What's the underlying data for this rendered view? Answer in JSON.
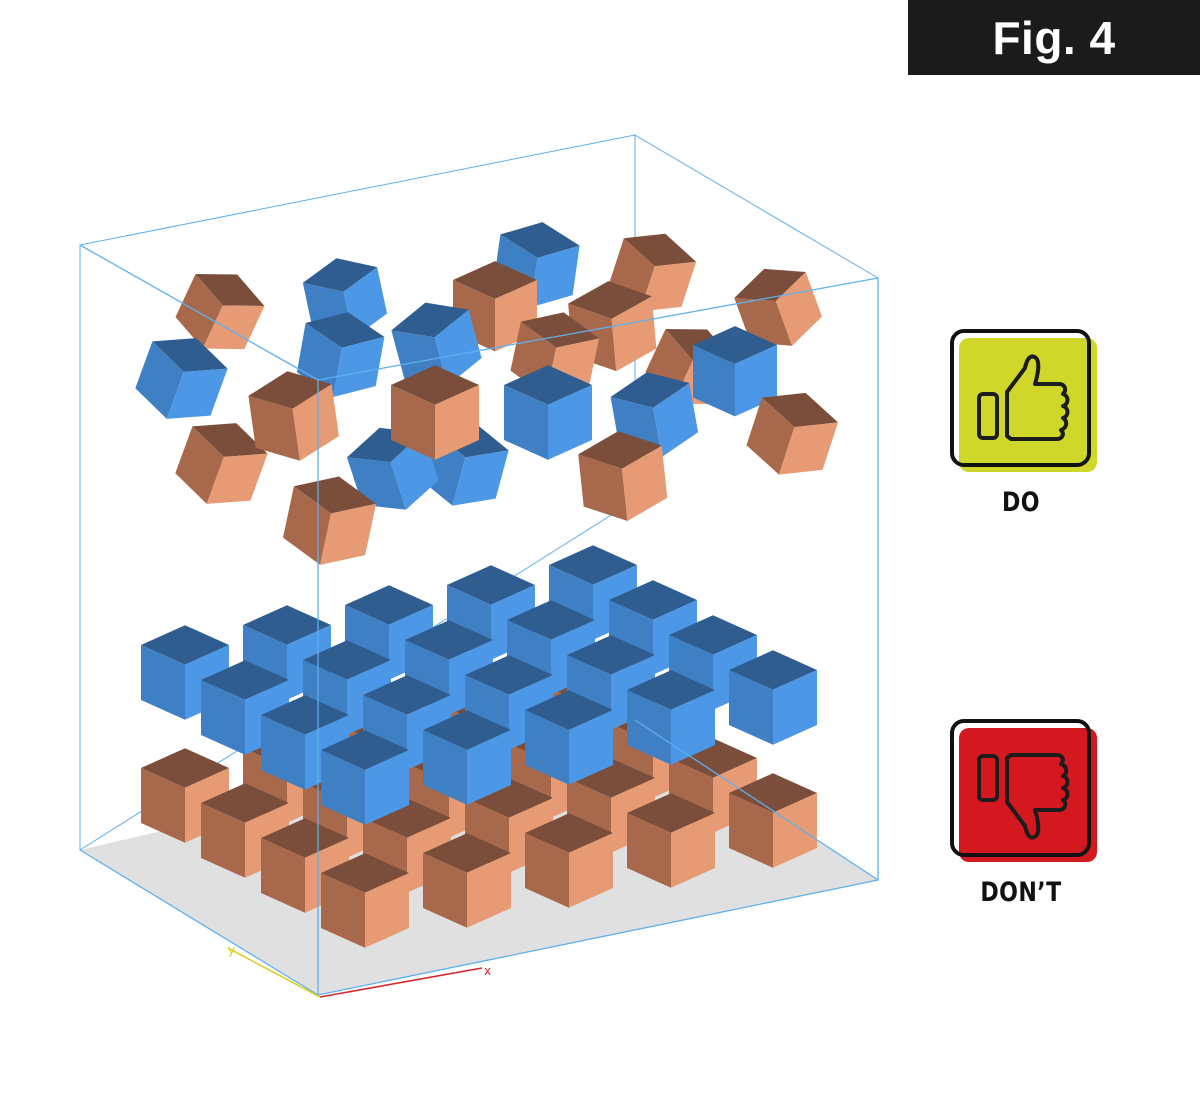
{
  "figure": {
    "label": "Fig. 4"
  },
  "do_badge": {
    "caption": "DO",
    "icon": "thumbs-up-icon",
    "color": "#cfd82a"
  },
  "dont_badge": {
    "caption": "DON’T",
    "icon": "thumbs-down-icon",
    "color": "#d4181f"
  },
  "axes": {
    "x": "x",
    "y": "y",
    "x_color": "#d9252b",
    "y_color": "#d6d020"
  },
  "colors": {
    "blue": "#4a93e0",
    "orange": "#e79a73",
    "frame": "#5eb0ee",
    "floor": "#e0e0e0"
  }
}
